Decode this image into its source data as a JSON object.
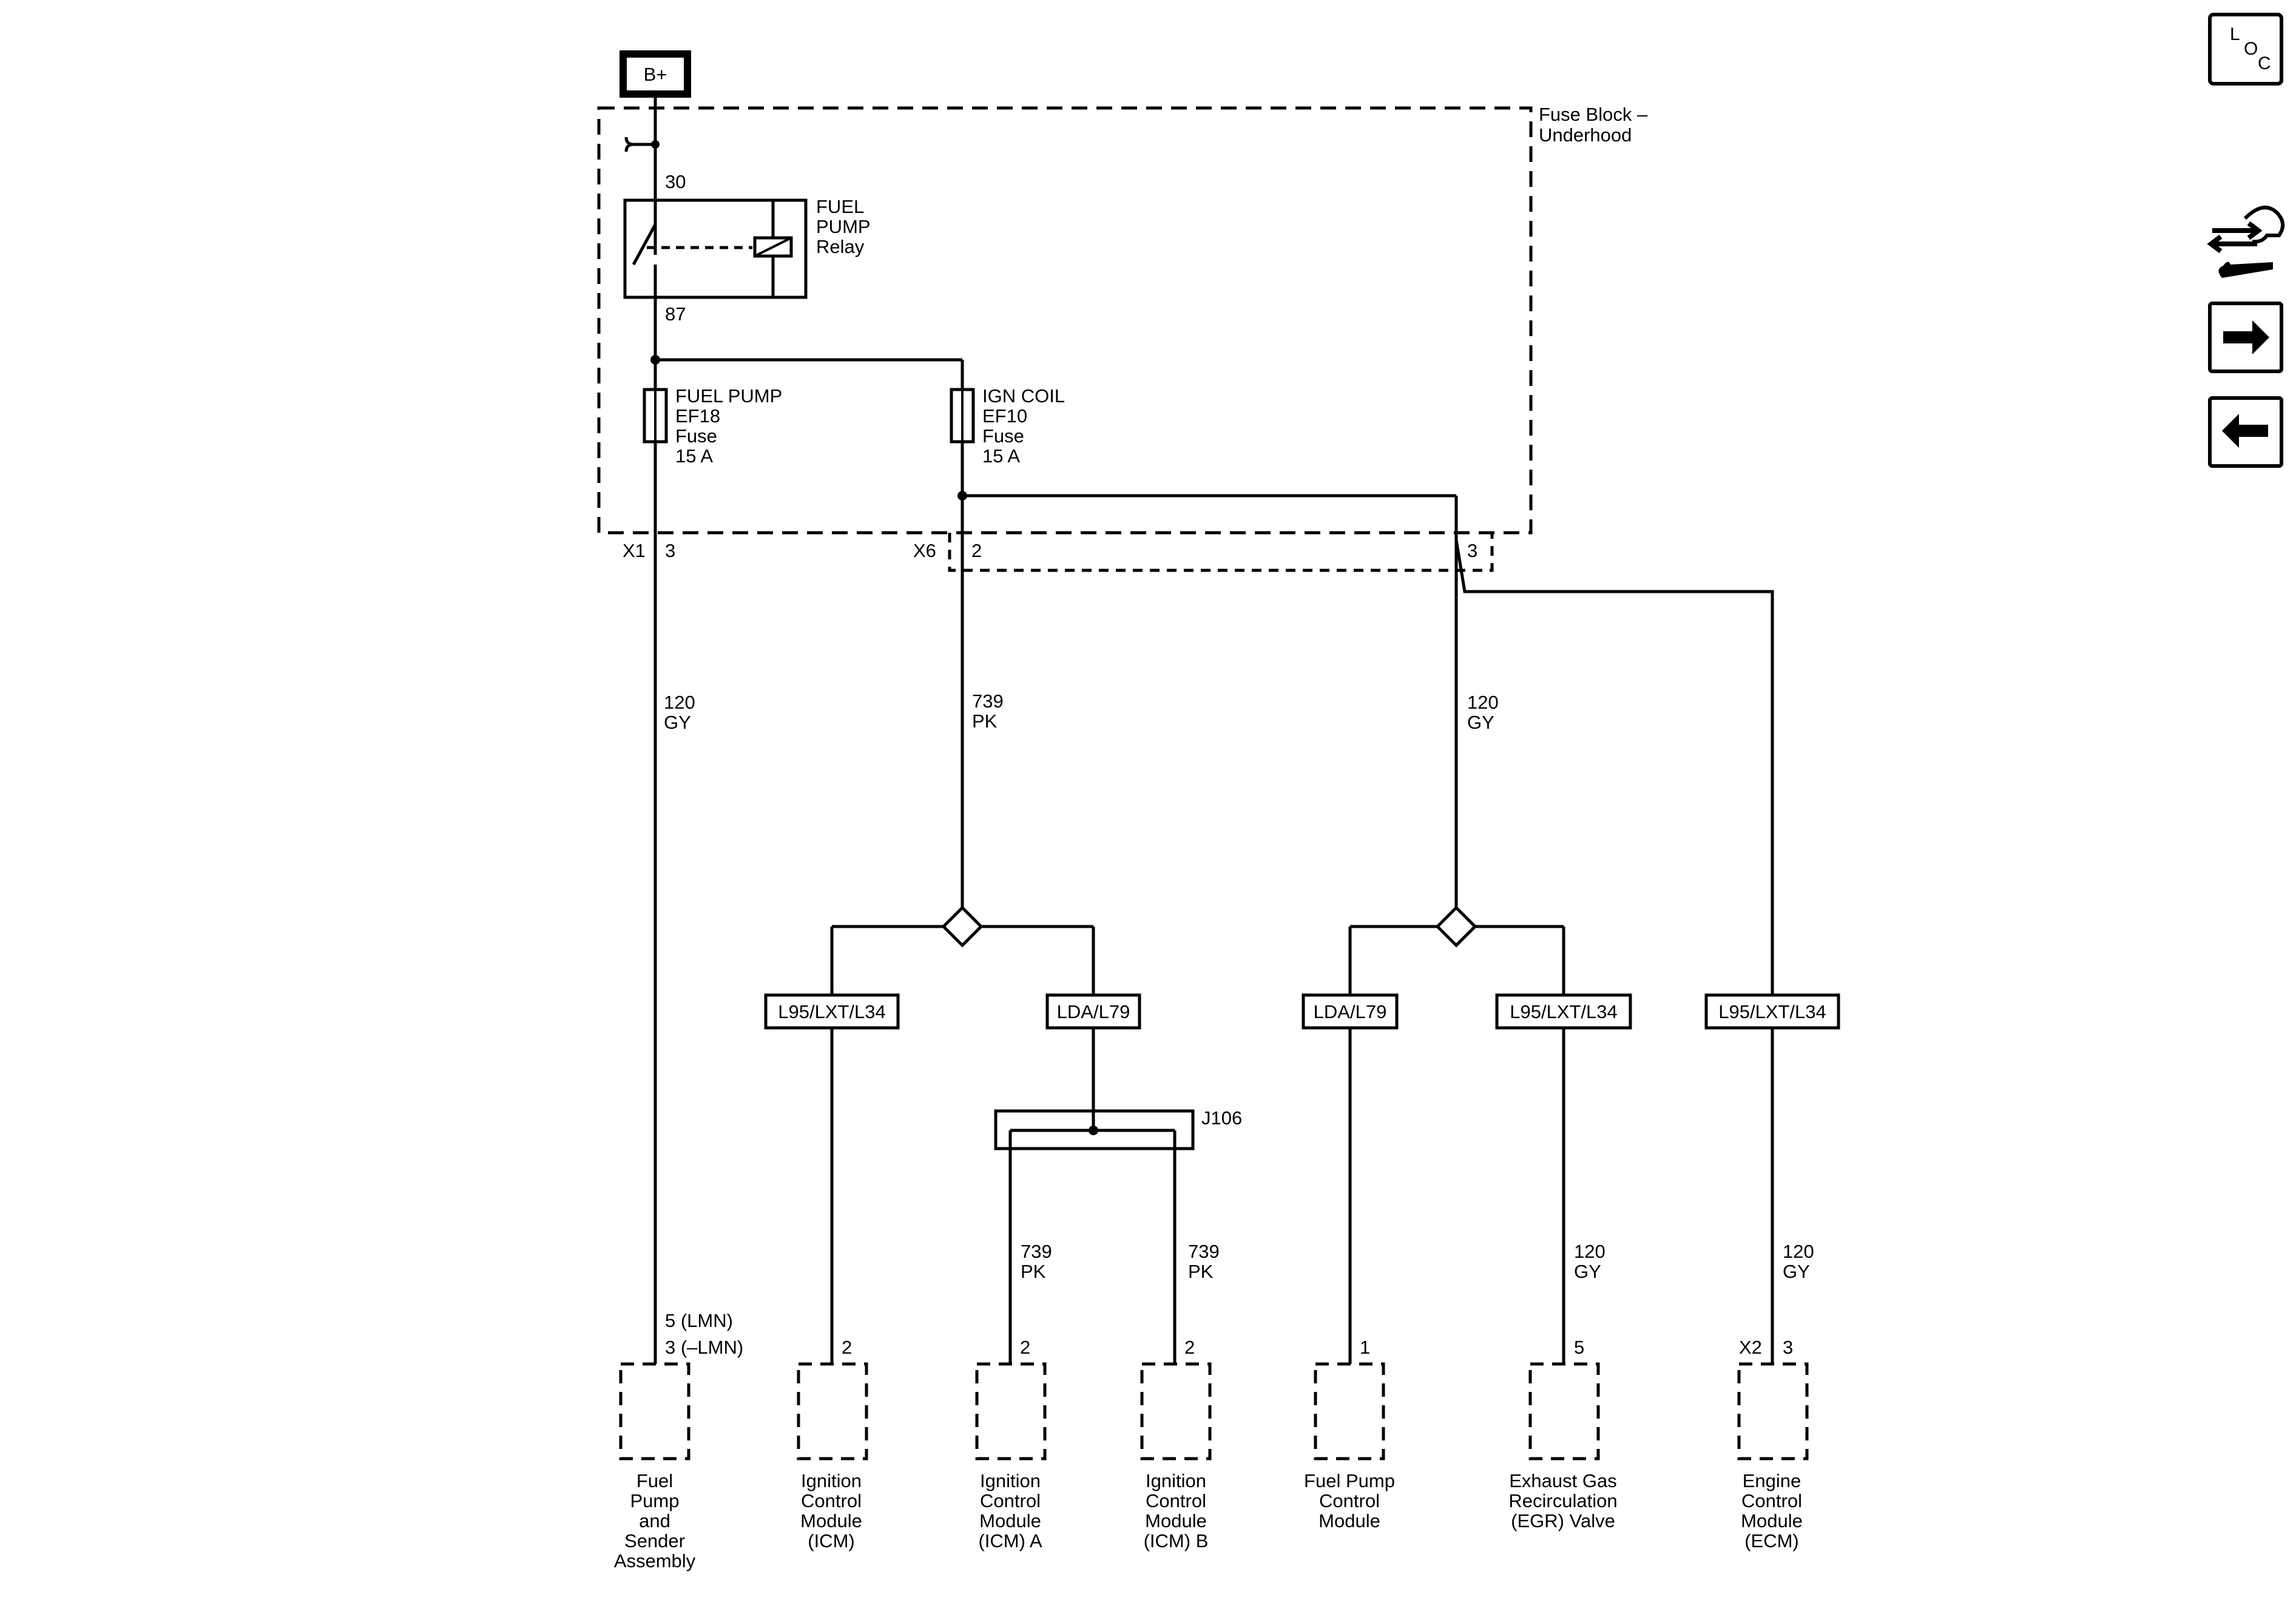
{
  "power": {
    "source_label": "B+"
  },
  "fuse_block": {
    "title_line1": "Fuse Block –",
    "title_line2": "Underhood"
  },
  "relay": {
    "name_line1": "FUEL",
    "name_line2": "PUMP",
    "name_line3": "Relay",
    "pin_in": "30",
    "pin_out": "87"
  },
  "fuses": [
    {
      "name": "FUEL PUMP",
      "id": "EF18",
      "type": "Fuse",
      "rating": "15 A"
    },
    {
      "name": "IGN COIL",
      "id": "EF10",
      "type": "Fuse",
      "rating": "15 A"
    }
  ],
  "connectors": {
    "x1": {
      "name": "X1",
      "pin": "3"
    },
    "x6": {
      "name": "X6",
      "pin_a": "2",
      "pin_b": "3"
    }
  },
  "wires": {
    "w1": {
      "circuit": "120",
      "color": "GY"
    },
    "w2": {
      "circuit": "739",
      "color": "PK"
    },
    "w3": {
      "circuit": "120",
      "color": "GY"
    },
    "w4": {
      "circuit": "739",
      "color": "PK"
    },
    "w5": {
      "circuit": "739",
      "color": "PK"
    },
    "w6": {
      "circuit": "120",
      "color": "GY"
    },
    "w7": {
      "circuit": "120",
      "color": "GY"
    }
  },
  "options": {
    "o1": "L95/LXT/L34",
    "o2": "LDA/L79",
    "o3": "LDA/L79",
    "o4": "L95/LXT/L34",
    "o5": "L95/LXT/L34"
  },
  "splice": {
    "name": "J106"
  },
  "components": [
    {
      "pin_line1": "5 (LMN)",
      "pin_line2": "3 (–LMN)",
      "lines": [
        "Fuel",
        "Pump",
        "and",
        "Sender",
        "Assembly"
      ]
    },
    {
      "pin_line1": "2",
      "lines": [
        "Ignition",
        "Control",
        "Module",
        "(ICM)"
      ]
    },
    {
      "pin_line1": "2",
      "lines": [
        "Ignition",
        "Control",
        "Module",
        "(ICM) A"
      ]
    },
    {
      "pin_line1": "2",
      "lines": [
        "Ignition",
        "Control",
        "Module",
        "(ICM) B"
      ]
    },
    {
      "pin_line1": "1",
      "lines": [
        "Fuel Pump",
        "Control",
        "Module"
      ]
    },
    {
      "pin_line1": "5",
      "lines": [
        "Exhaust Gas",
        "Recirculation",
        "(EGR) Valve"
      ]
    },
    {
      "connector": "X2",
      "pin_line1": "3",
      "lines": [
        "Engine",
        "Control",
        "Module",
        "(ECM)"
      ]
    }
  ],
  "nav": {
    "loc_l": "L",
    "loc_o": "O",
    "loc_c": "C",
    "icons": [
      "component-locator-icon",
      "connector-repair-icon",
      "next-page-arrow-icon",
      "previous-page-arrow-icon"
    ]
  }
}
